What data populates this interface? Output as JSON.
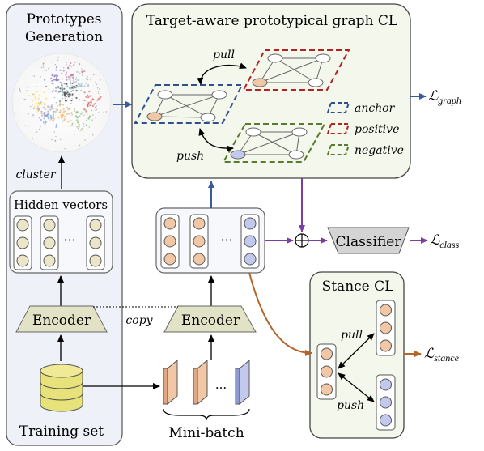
{
  "panels": {
    "prototypes_title_1": "Prototypes",
    "prototypes_title_2": "Generation",
    "graph_cl_title": "Target-aware prototypical graph CL",
    "hidden_vectors": "Hidden vectors",
    "stance_cl_title": "Stance CL",
    "training_set": "Training set",
    "mini_batch": "Mini-batch"
  },
  "labels": {
    "cluster": "cluster",
    "encoder_left": "Encoder",
    "encoder_right": "Encoder",
    "copy": "copy",
    "classifier": "Classifier",
    "pull_graph": "pull",
    "push_graph": "push",
    "pull_stance": "pull",
    "push_stance": "push",
    "ellipsis_left": "···",
    "ellipsis_mid": "···",
    "ellipsis_batch": "···",
    "oplus": "⊕"
  },
  "legend": [
    {
      "label": "anchor",
      "color": "#2f4f8f"
    },
    {
      "label": "positive",
      "color": "#b22222"
    },
    {
      "label": "negative",
      "color": "#5a7a2e"
    }
  ],
  "losses": {
    "graph": {
      "symbol": "ℒ",
      "sub": "graph"
    },
    "class": {
      "symbol": "ℒ",
      "sub": "class"
    },
    "stance": {
      "symbol": "ℒ",
      "sub": "stance"
    }
  },
  "colors": {
    "arrow_blue": "#3a5a9a",
    "arrow_purple": "#7a3fa0",
    "arrow_brown": "#b5652a",
    "panel_fill": "#eef1f8",
    "panel_fill_green": "#f4f7ec",
    "encoder_fill": "#e2e3c6",
    "classifier_fill": "#d4d4d4",
    "node_orange": "#f2c7a6",
    "node_blue": "#c3c9ec",
    "node_beige": "#ebe6c7"
  }
}
